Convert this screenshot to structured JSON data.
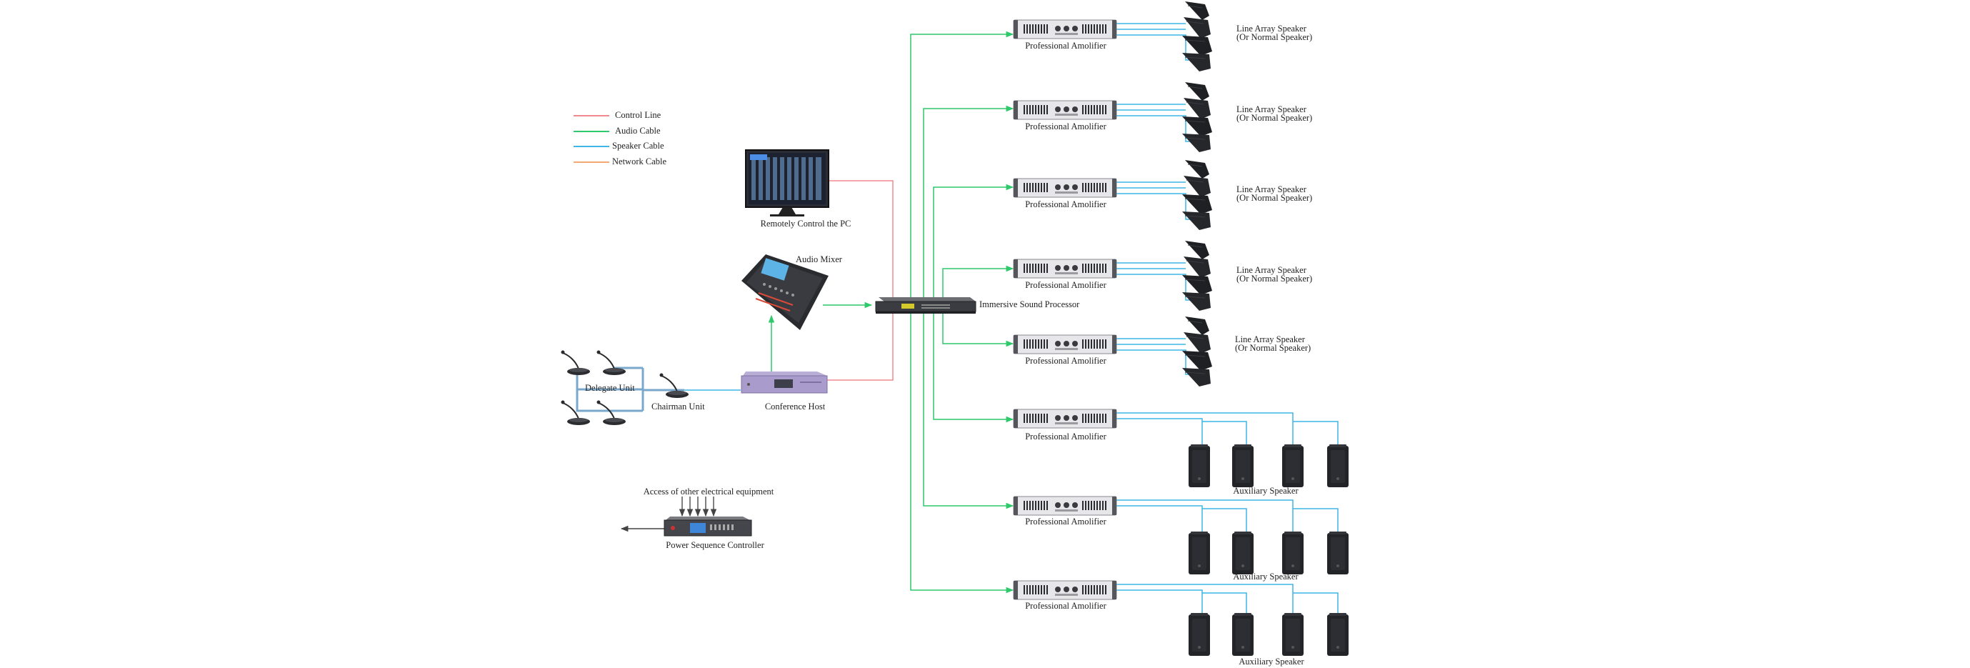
{
  "legend": [
    {
      "label": "Control Line",
      "color": "#f08a8f"
    },
    {
      "label": "Audio Cable",
      "color": "#2ec96a"
    },
    {
      "label": "Speaker Cable",
      "color": "#3fb6e6"
    },
    {
      "label": "Network Cable",
      "color": "#f3a873"
    }
  ],
  "devices": {
    "pc": "Remotely Control the PC",
    "mixer": "Audio Mixer",
    "processor": "Immersive Sound Processor",
    "host": "Conference Host",
    "delegate": "Delegate Unit",
    "chairman": "Chairman Unit",
    "power_access": "Access of other electrical equipment",
    "power": "Power Sequence Controller"
  },
  "amplifiers": [
    "Professional Amolifier",
    "Professional Amolifier",
    "Professional Amolifier",
    "Professional Amolifier",
    "Professional Amolifier",
    "Professional Amolifier",
    "Professional Amolifier",
    "Professional Amolifier"
  ],
  "line_arrays": [
    {
      "line1": "Line Array Speaker",
      "line2": "(Or Normal Speaker)"
    },
    {
      "line1": "Line Array Speaker",
      "line2": "(Or Normal Speaker)"
    },
    {
      "line1": "Line Array Speaker",
      "line2": "(Or Normal Speaker)"
    },
    {
      "line1": "Line Array Speaker",
      "line2": "(Or Normal Speaker)"
    },
    {
      "line1": "Line Array Speaker",
      "line2": "(Or Normal Speaker)"
    }
  ],
  "aux_speakers": [
    "Auxiliary Speaker",
    "Auxiliary Speaker",
    "Auxiliary Speaker"
  ]
}
